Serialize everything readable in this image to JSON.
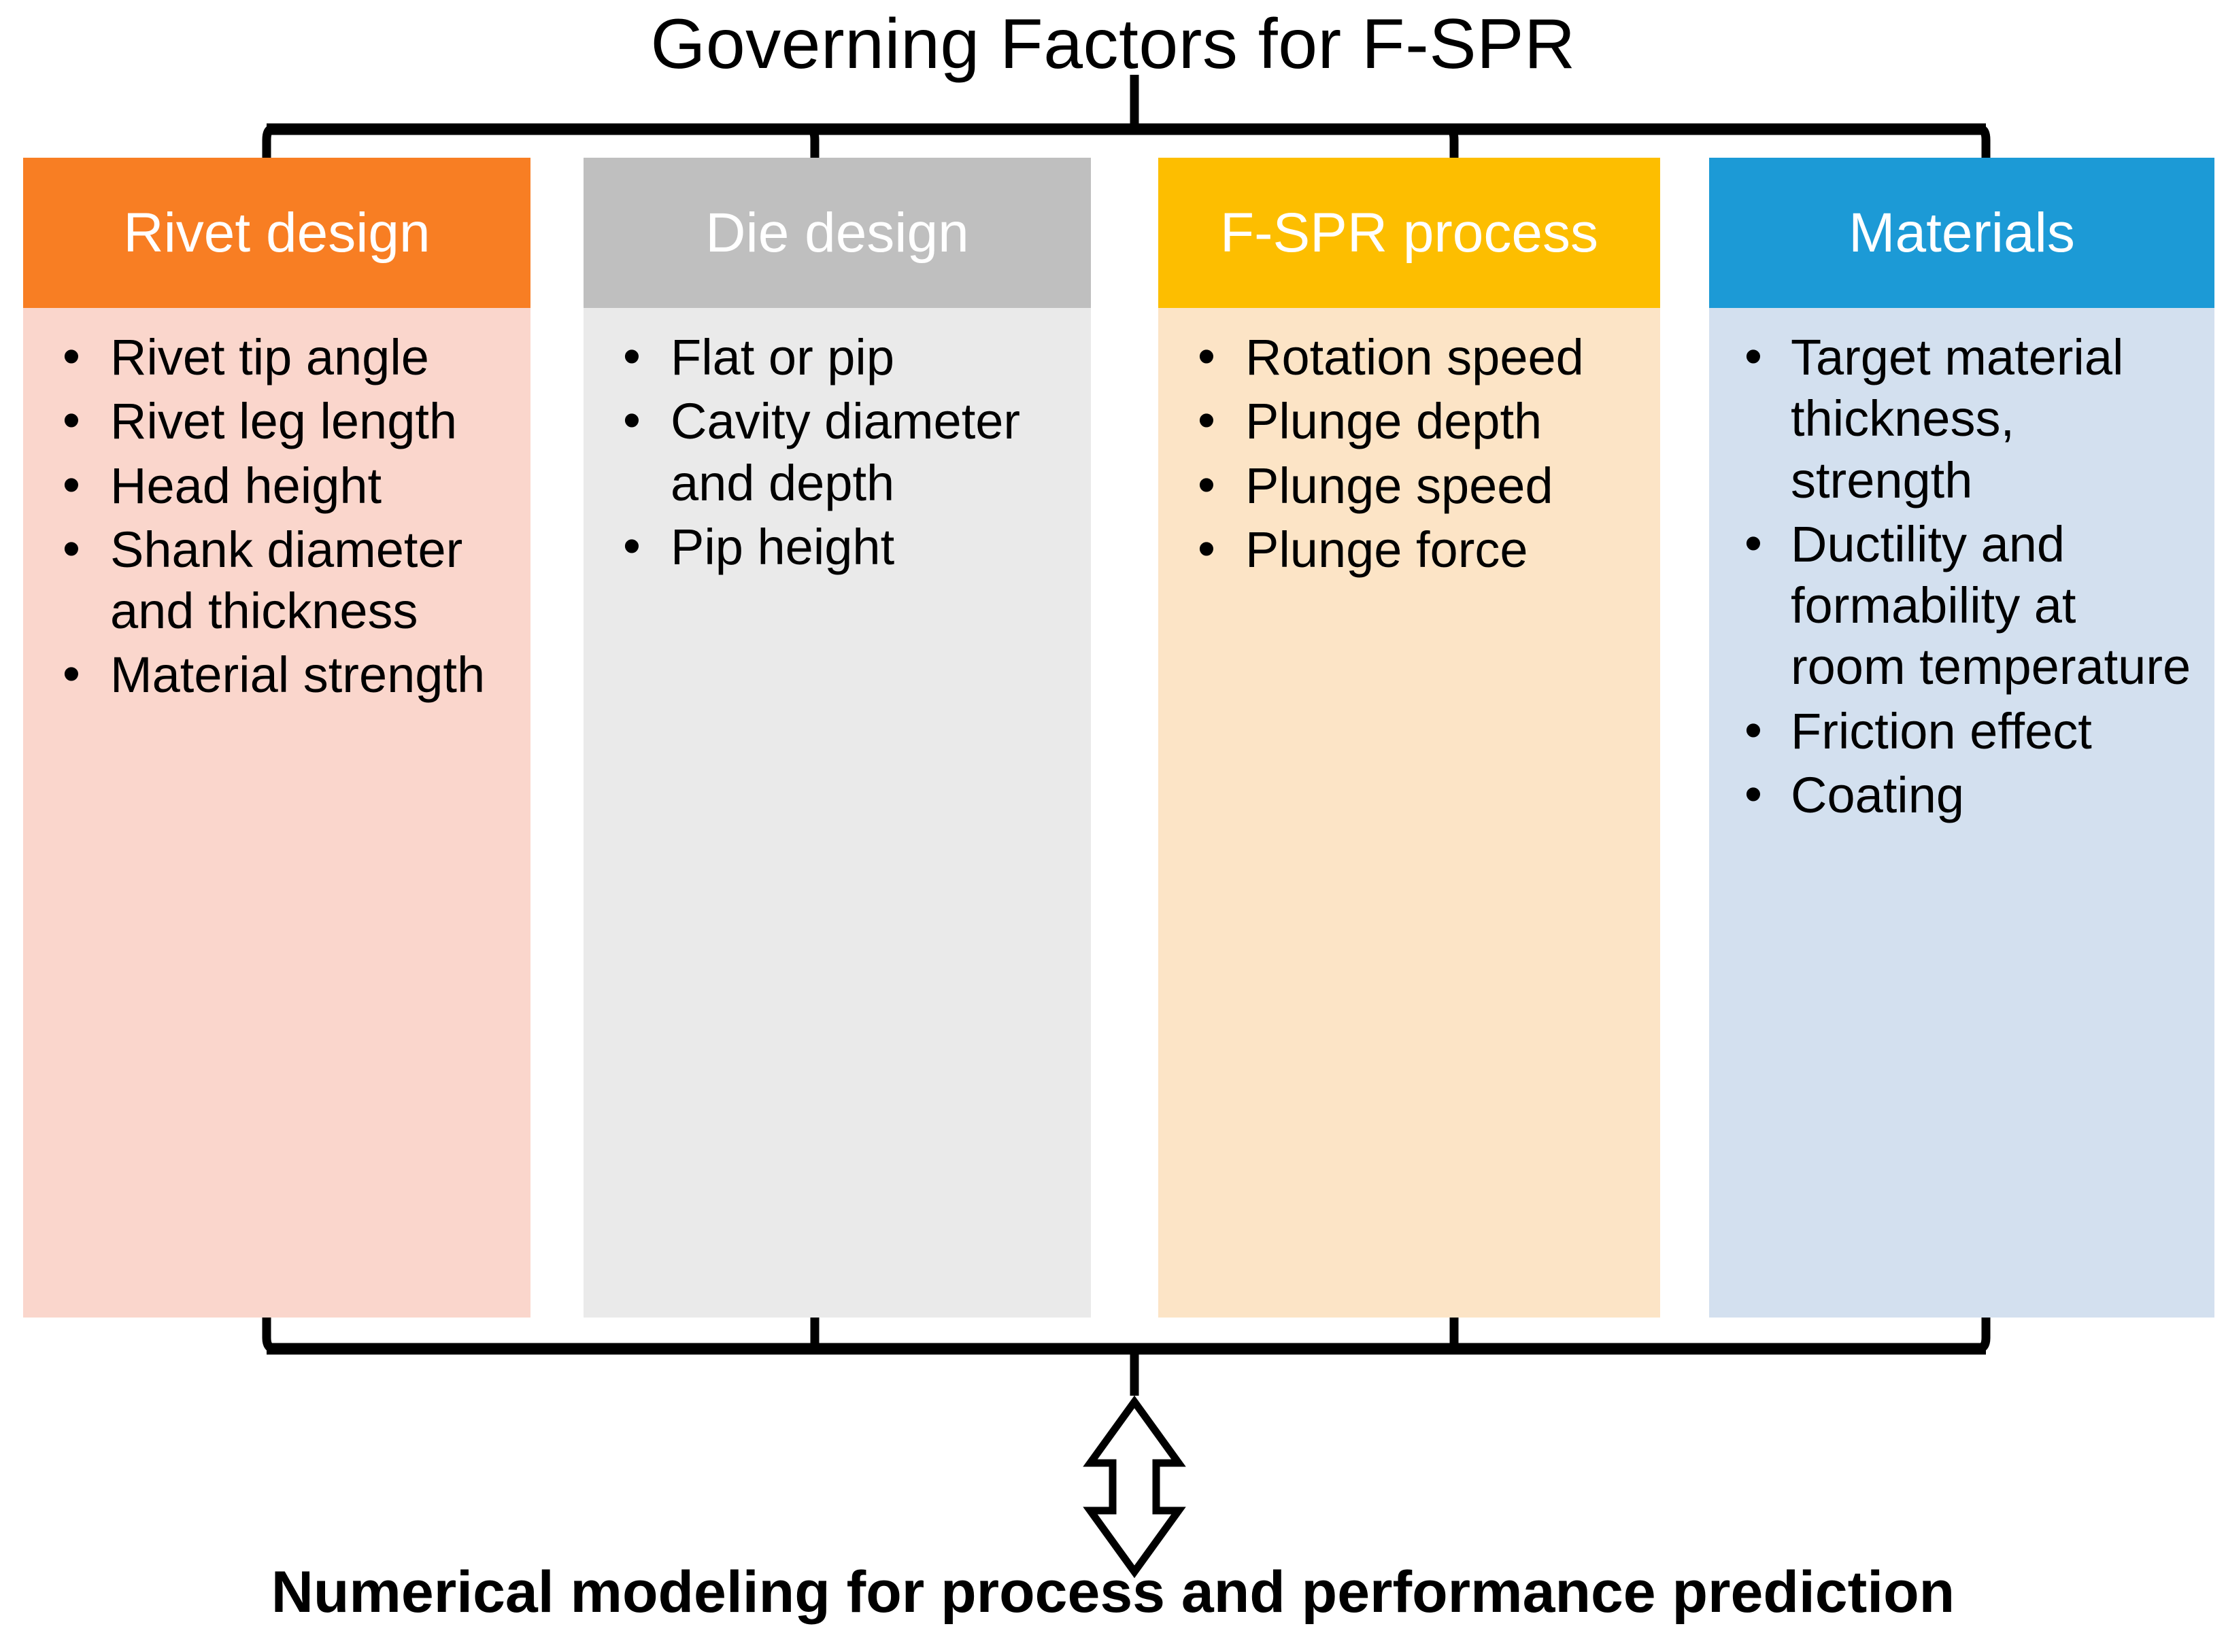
{
  "title": "Governing Factors for F-SPR",
  "caption": "Numerical modeling for process and performance prediction",
  "colors": {
    "rivet_header": "#F87E23",
    "rivet_body": "#FAD6CC",
    "die_header": "#BFBFBF",
    "die_body": "#EAEAEA",
    "process_header": "#FDBE00",
    "process_body": "#FCE4C6",
    "materials_header": "#1C9AD6",
    "materials_body": "#D3E0EF",
    "connector": "#000000",
    "header_text": "#FFFFFF",
    "body_text": "#000000",
    "background": "#FFFFFF"
  },
  "columns": [
    {
      "header": "Rivet design",
      "items": [
        "Rivet tip angle",
        "Rivet leg length",
        "Head height",
        "Shank diameter and thickness",
        "Material strength"
      ]
    },
    {
      "header": "Die design",
      "items": [
        "Flat or pip",
        "Cavity diameter and depth",
        "Pip height"
      ]
    },
    {
      "header": "F-SPR process",
      "items": [
        "Rotation speed",
        "Plunge depth",
        "Plunge speed",
        "Plunge force"
      ]
    },
    {
      "header": "Materials",
      "items": [
        "Target material thickness, strength",
        "Ductility and formability at room temperature",
        "Friction effect",
        "Coating"
      ]
    }
  ],
  "connectors": {
    "top_bracket_label": "top-bracket",
    "bottom_bracket_label": "bottom-bracket",
    "arrow_label": "double-headed-arrow"
  }
}
